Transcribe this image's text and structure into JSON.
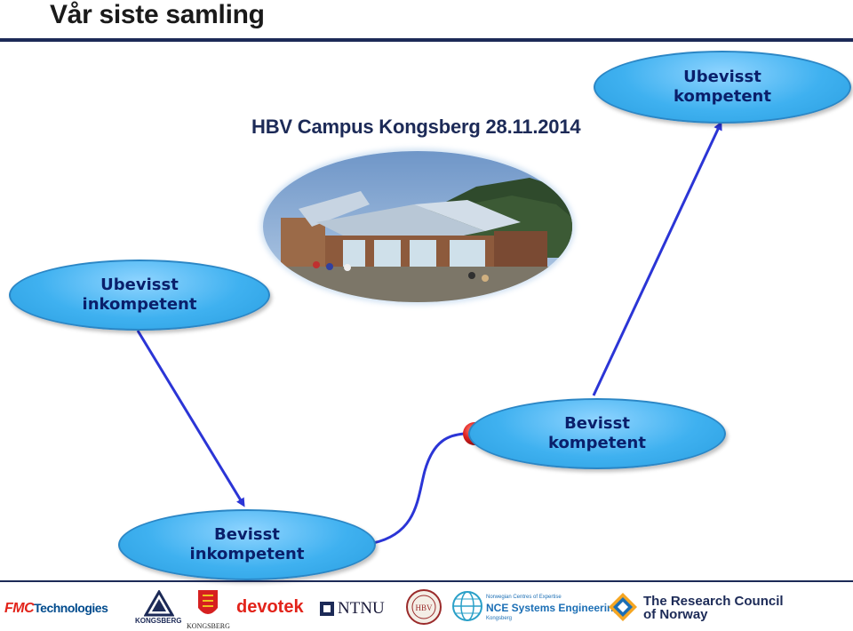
{
  "slide": {
    "title": "Vår siste samling",
    "subtitle": "HBV Campus Kongsberg 28.11.2014"
  },
  "nodes": {
    "ubevisst_inkompetent": [
      "Ubevisst",
      "inkompetent"
    ],
    "ubevisst_kompetent": [
      "Ubevisst",
      "kompetent"
    ],
    "bevisst_kompetent": [
      "Bevisst",
      "kompetent"
    ],
    "bevisst_inkompetent": [
      "Bevisst",
      "inkompetent"
    ]
  },
  "colors": {
    "bubble_fill": "#3fb1f0",
    "bubble_text": "#0a1f6b",
    "arrow": "#2b35d6",
    "marker": "#e02020",
    "rule": "#1c2a57"
  },
  "logos": {
    "fmc": "FMC",
    "fmc_tech": "Technologies",
    "kongsberg_automotive": "KONGSBERG",
    "kongsberg": "KONGSBERG",
    "devotek": "devotek",
    "ntnu": "NTNU",
    "hbv": "HBV",
    "nce_small": "Norwegian Centres of Expertise",
    "nce": "NCE Systems Engineering",
    "nce_loc": "Kongsberg",
    "research_council_1": "The Research Council",
    "research_council_2": "of Norway"
  }
}
